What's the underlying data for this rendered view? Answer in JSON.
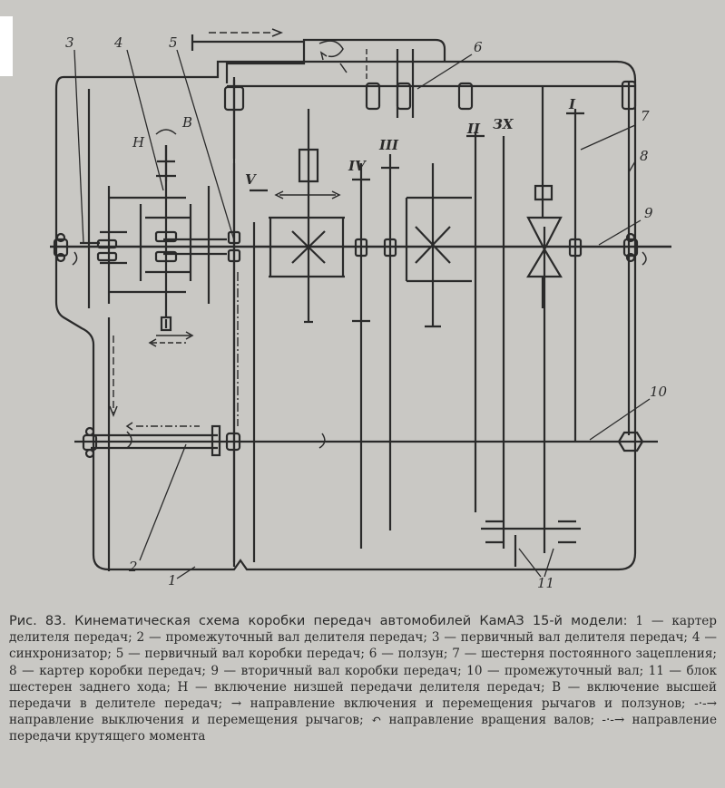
{
  "callouts": {
    "n1": "1",
    "n2": "2",
    "n3": "3",
    "n4": "4",
    "n5": "5",
    "n6": "6",
    "n7": "7",
    "n8": "8",
    "n9": "9",
    "n10": "10",
    "n11": "11",
    "H": "Н",
    "B": "В"
  },
  "gears": {
    "g1": "I",
    "g2": "II",
    "g3": "III",
    "g4": "IV",
    "g5": "V",
    "gR": "ЗХ"
  },
  "caption": {
    "title": "Рис. 83. Кинематическая схема коробки передач автомобилей КамАЗ 15-й модели:",
    "body": "1 — картер делителя передач; 2 — промежуточный вал делителя передач; 3 — первичный вал делителя передач; 4 — синхронизатор; 5 — первичный вал коробки передач; 6 — ползун; 7 — шестерня постоянного зацепления; 8 — картер коробки передач; 9 — вторичный вал коробки передач; 10 — промежуточный вал; 11 — блок шестерен заднего хода; Н — включение низшей передачи делителя передач; В — включение высшей передачи в делителе передач; → направление включения и перемещения рычагов и ползунов; -·-→ направление выключения и перемещения рычагов; ↶ направление вращения валов; -·-→ направление передачи крутящего момента"
  },
  "colors": {
    "background": "#c9c8c4",
    "ink": "#2a2a2a"
  }
}
